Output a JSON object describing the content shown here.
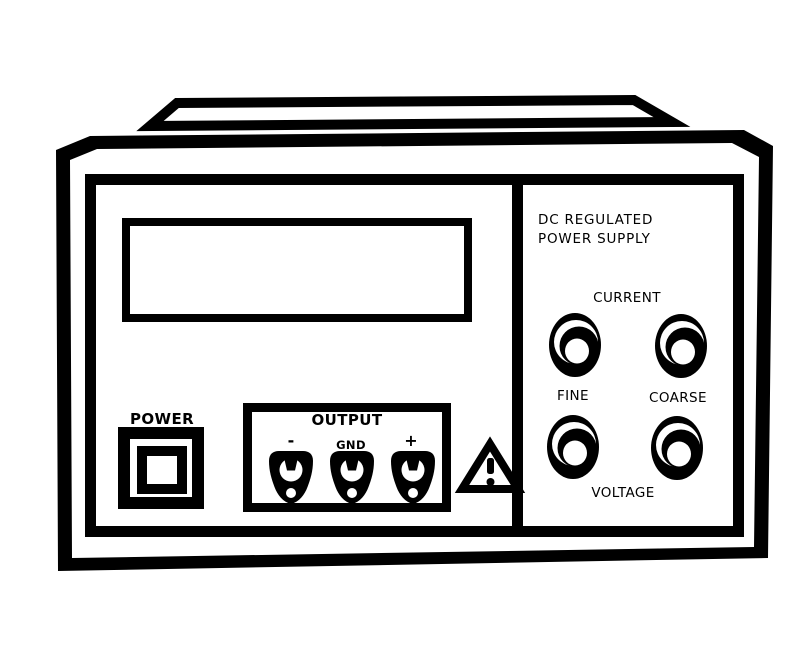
{
  "device": {
    "type": "front-panel-line-drawing",
    "title_line1": "DC  REGULATED",
    "title_line2": "POWER SUPPLY",
    "power": {
      "label": "POWER"
    },
    "output": {
      "label": "OUTPUT",
      "terminals": [
        {
          "label": "-"
        },
        {
          "label": "GND"
        },
        {
          "label": "+"
        }
      ]
    },
    "controls": {
      "current_label": "CURRENT",
      "voltage_label": "VOLTAGE",
      "fine_label": "FINE",
      "coarse_label": "COARSE"
    },
    "warning": {
      "symbol": "!"
    },
    "colors": {
      "line": "#000000",
      "background": "#ffffff"
    }
  }
}
